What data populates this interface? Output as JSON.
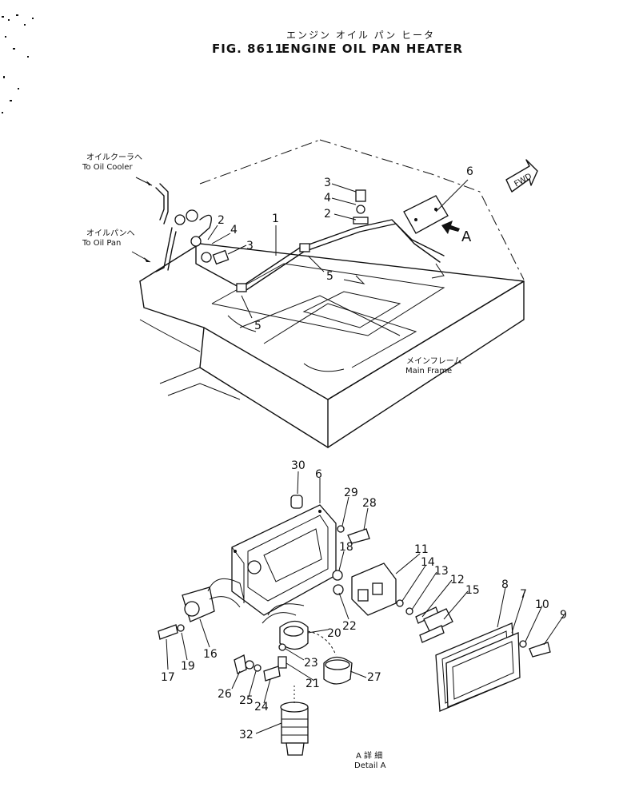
{
  "header": {
    "title_jp": "エンジン オイル パン ヒータ",
    "fig_number": "FIG. 8611",
    "title_en": "ENGINE OIL PAN HEATER"
  },
  "annotations": {
    "oil_cooler_jp": "オイルクーラへ",
    "oil_cooler_en": "To Oil Cooler",
    "oil_pan_jp": "オイルパンへ",
    "oil_pan_en": "To Oil Pan",
    "main_frame_jp": "メインフレーム",
    "main_frame_en": "Main Frame",
    "fwd": "FWD",
    "view_a": "A",
    "detail_a_jp": "A 詳 細",
    "detail_a_en": "Detail A"
  },
  "part_numbers": {
    "p1": "1",
    "p2a": "2",
    "p2b": "2",
    "p3a": "3",
    "p3b": "3",
    "p4a": "4",
    "p4b": "4",
    "p5a": "5",
    "p5b": "5",
    "p6a": "6",
    "p6b": "6",
    "p7": "7",
    "p8": "8",
    "p9": "9",
    "p10": "10",
    "p11": "11",
    "p12": "12",
    "p13": "13",
    "p14": "14",
    "p15": "15",
    "p16": "16",
    "p17": "17",
    "p18": "18",
    "p19": "19",
    "p20": "20",
    "p21": "21",
    "p22": "22",
    "p23": "23",
    "p24": "24",
    "p25": "25",
    "p26": "26",
    "p27": "27",
    "p28": "28",
    "p29": "29",
    "p30": "30",
    "p32": "32"
  }
}
